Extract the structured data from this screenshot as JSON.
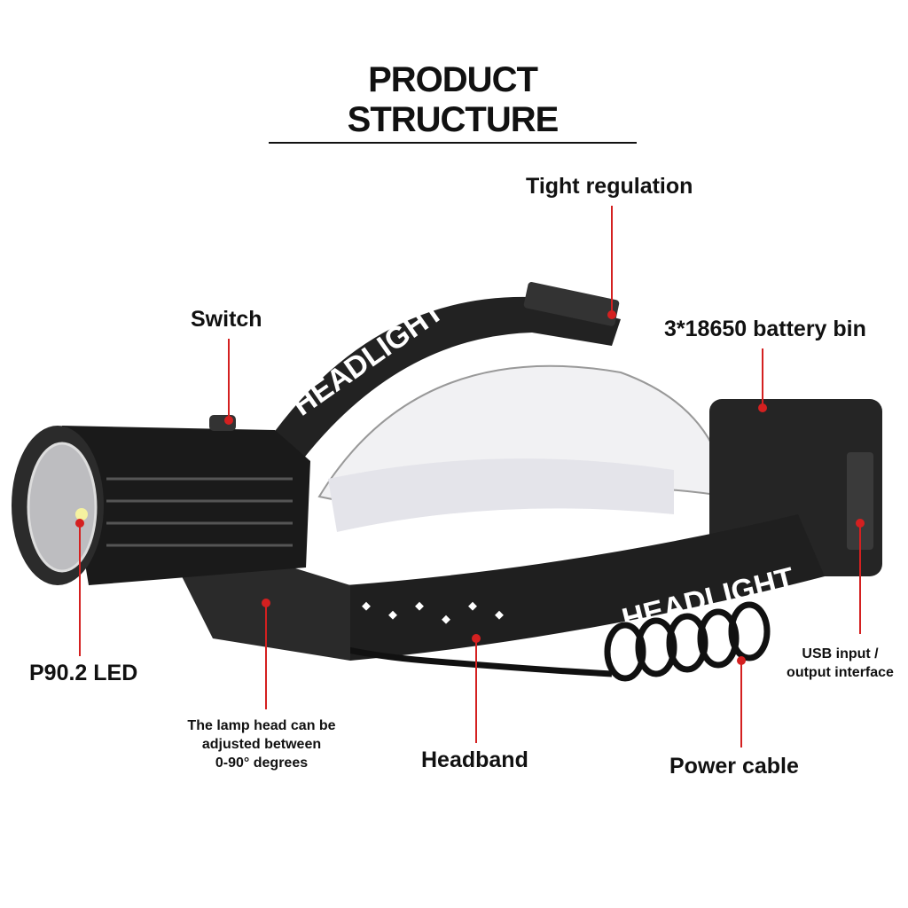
{
  "title": "PRODUCT STRUCTURE",
  "labels": {
    "tight_regulation": "Tight regulation",
    "switch": "Switch",
    "battery_bin": "3*18650 battery bin",
    "led": "P90.2 LED",
    "lamp_head_line1": "The lamp head can be",
    "lamp_head_line2": "adjusted between",
    "lamp_head_line3": "0-90°   degrees",
    "headband": "Headband",
    "power_cable": "Power cable",
    "usb_line1": "USB input /",
    "usb_line2": "output interface"
  },
  "band_text": "HEADLIGHT",
  "colors": {
    "leader": "#d42020",
    "body": "#1c1c1c",
    "band": "#222222"
  }
}
